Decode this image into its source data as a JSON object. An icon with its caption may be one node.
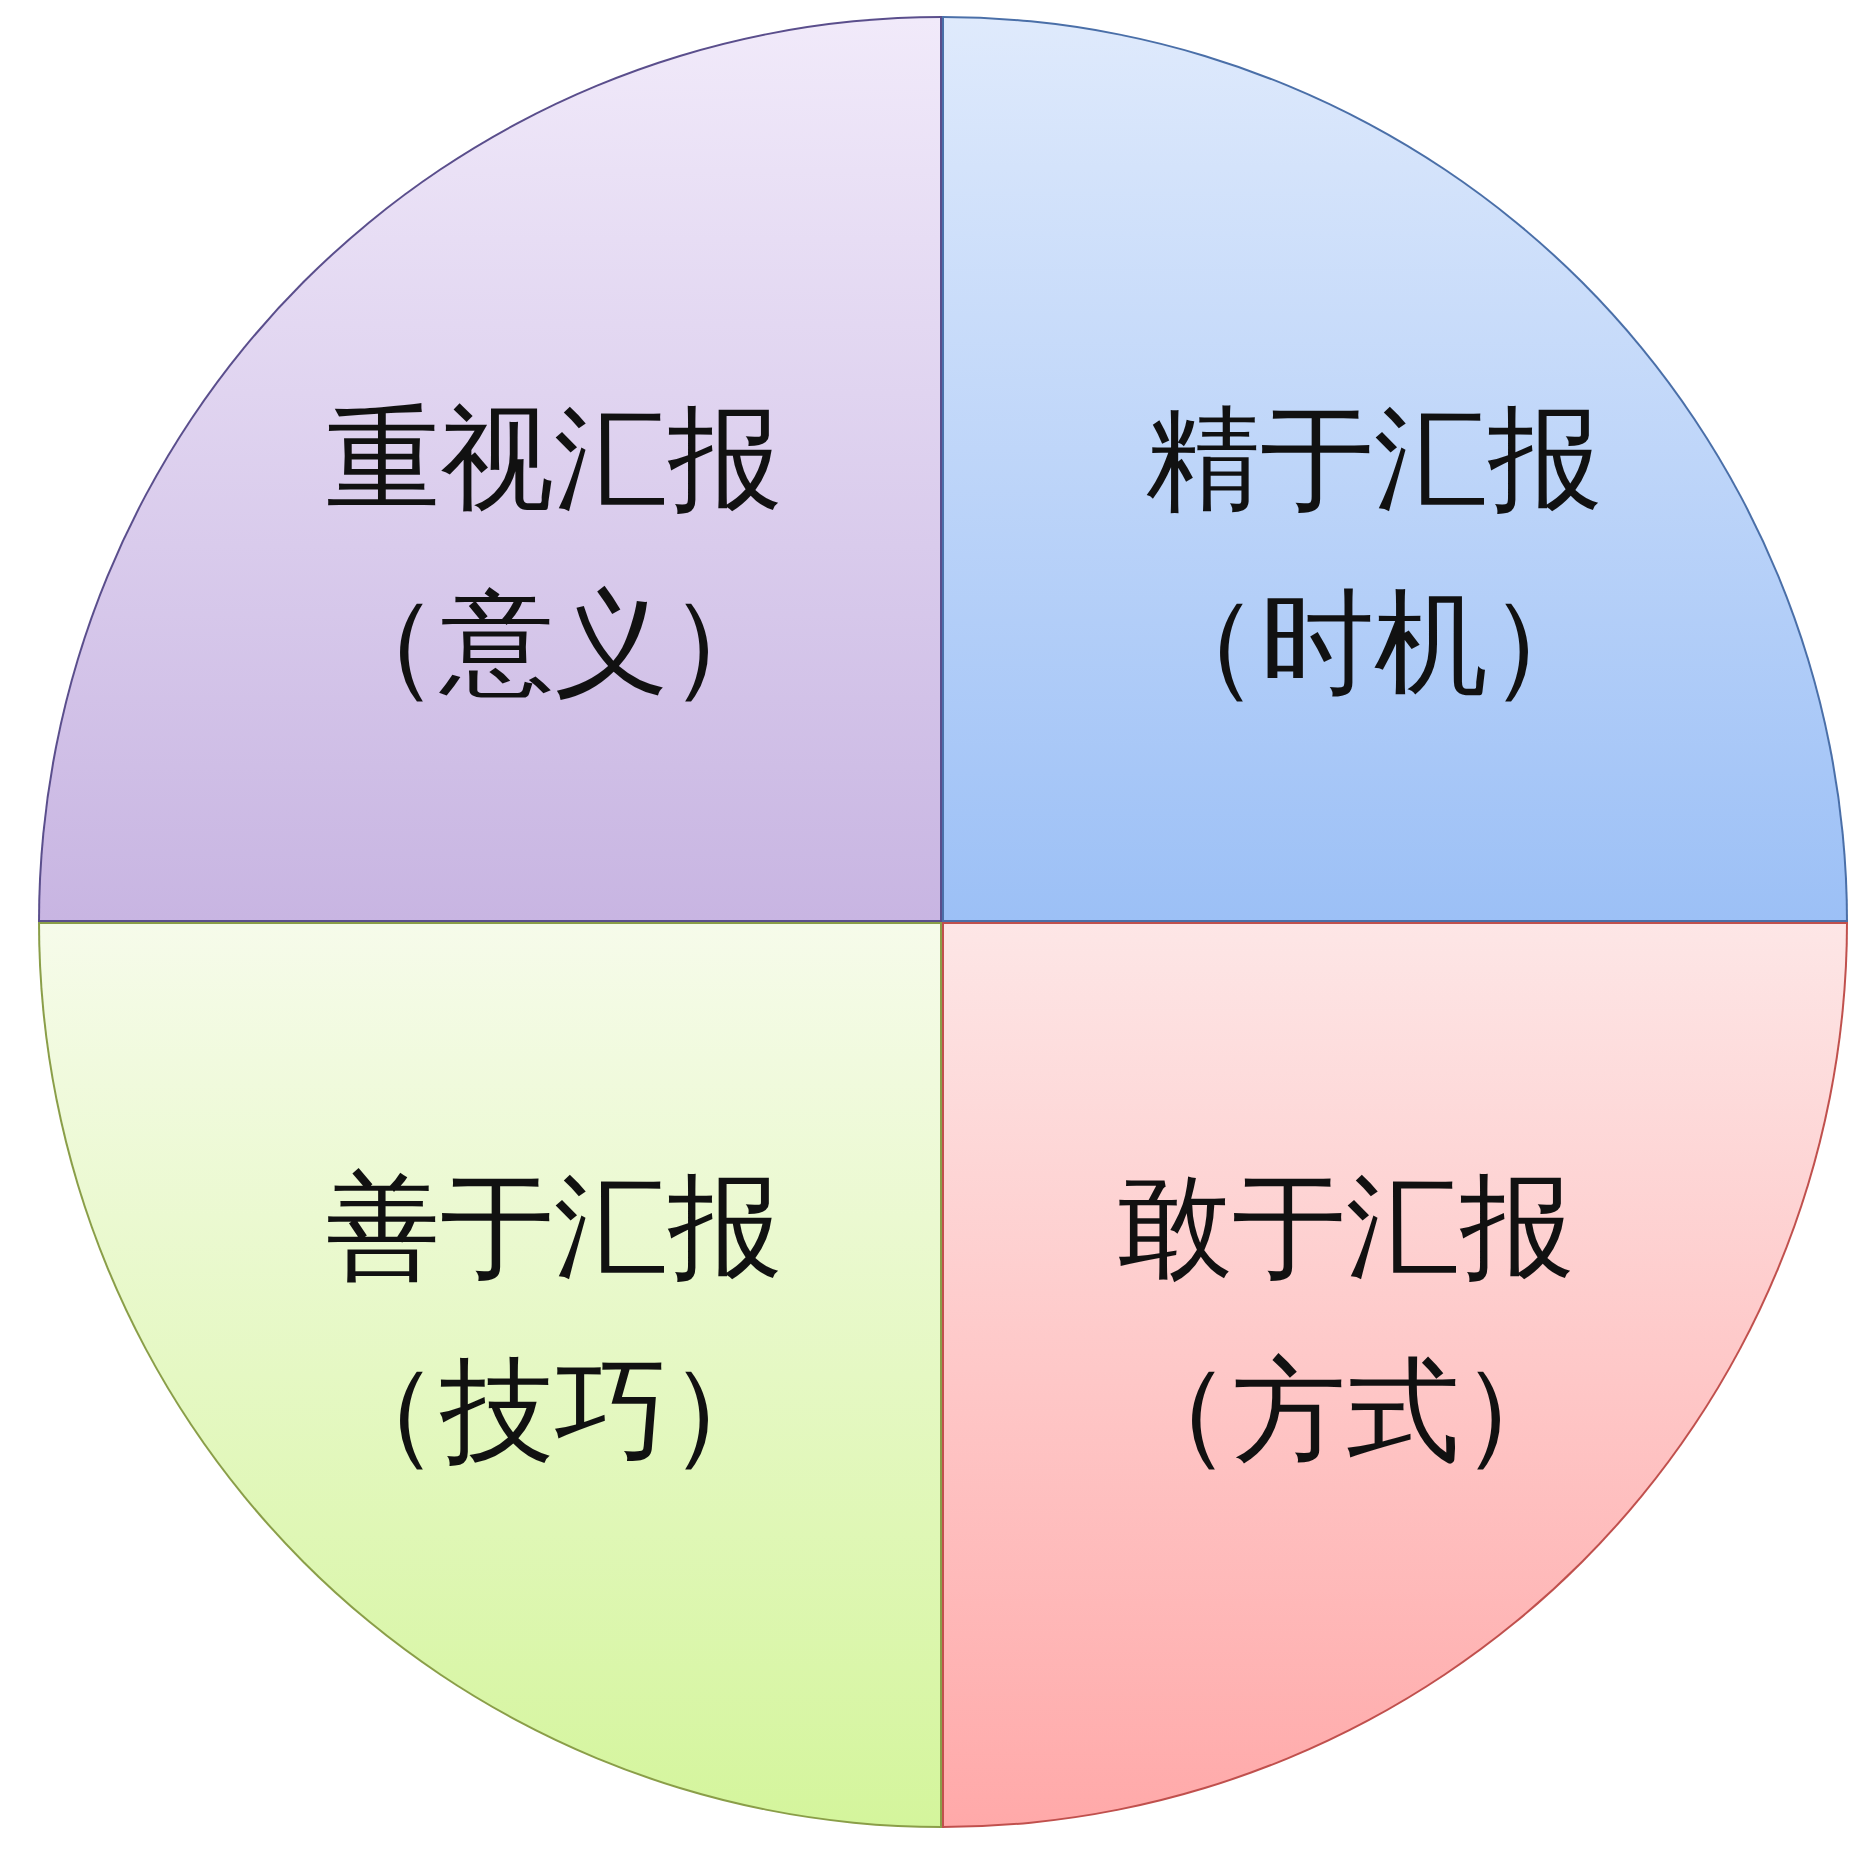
{
  "diagram": {
    "nodes": [
      {
        "text": [
          "重视汇报（意义）"
        ]
      },
      {
        "text": [
          "精于汇报（时机）"
        ]
      },
      {
        "text": [
          "善于汇报（技巧）"
        ]
      },
      {
        "text": [
          "敢于汇报（方式）"
        ]
      }
    ]
  }
}
